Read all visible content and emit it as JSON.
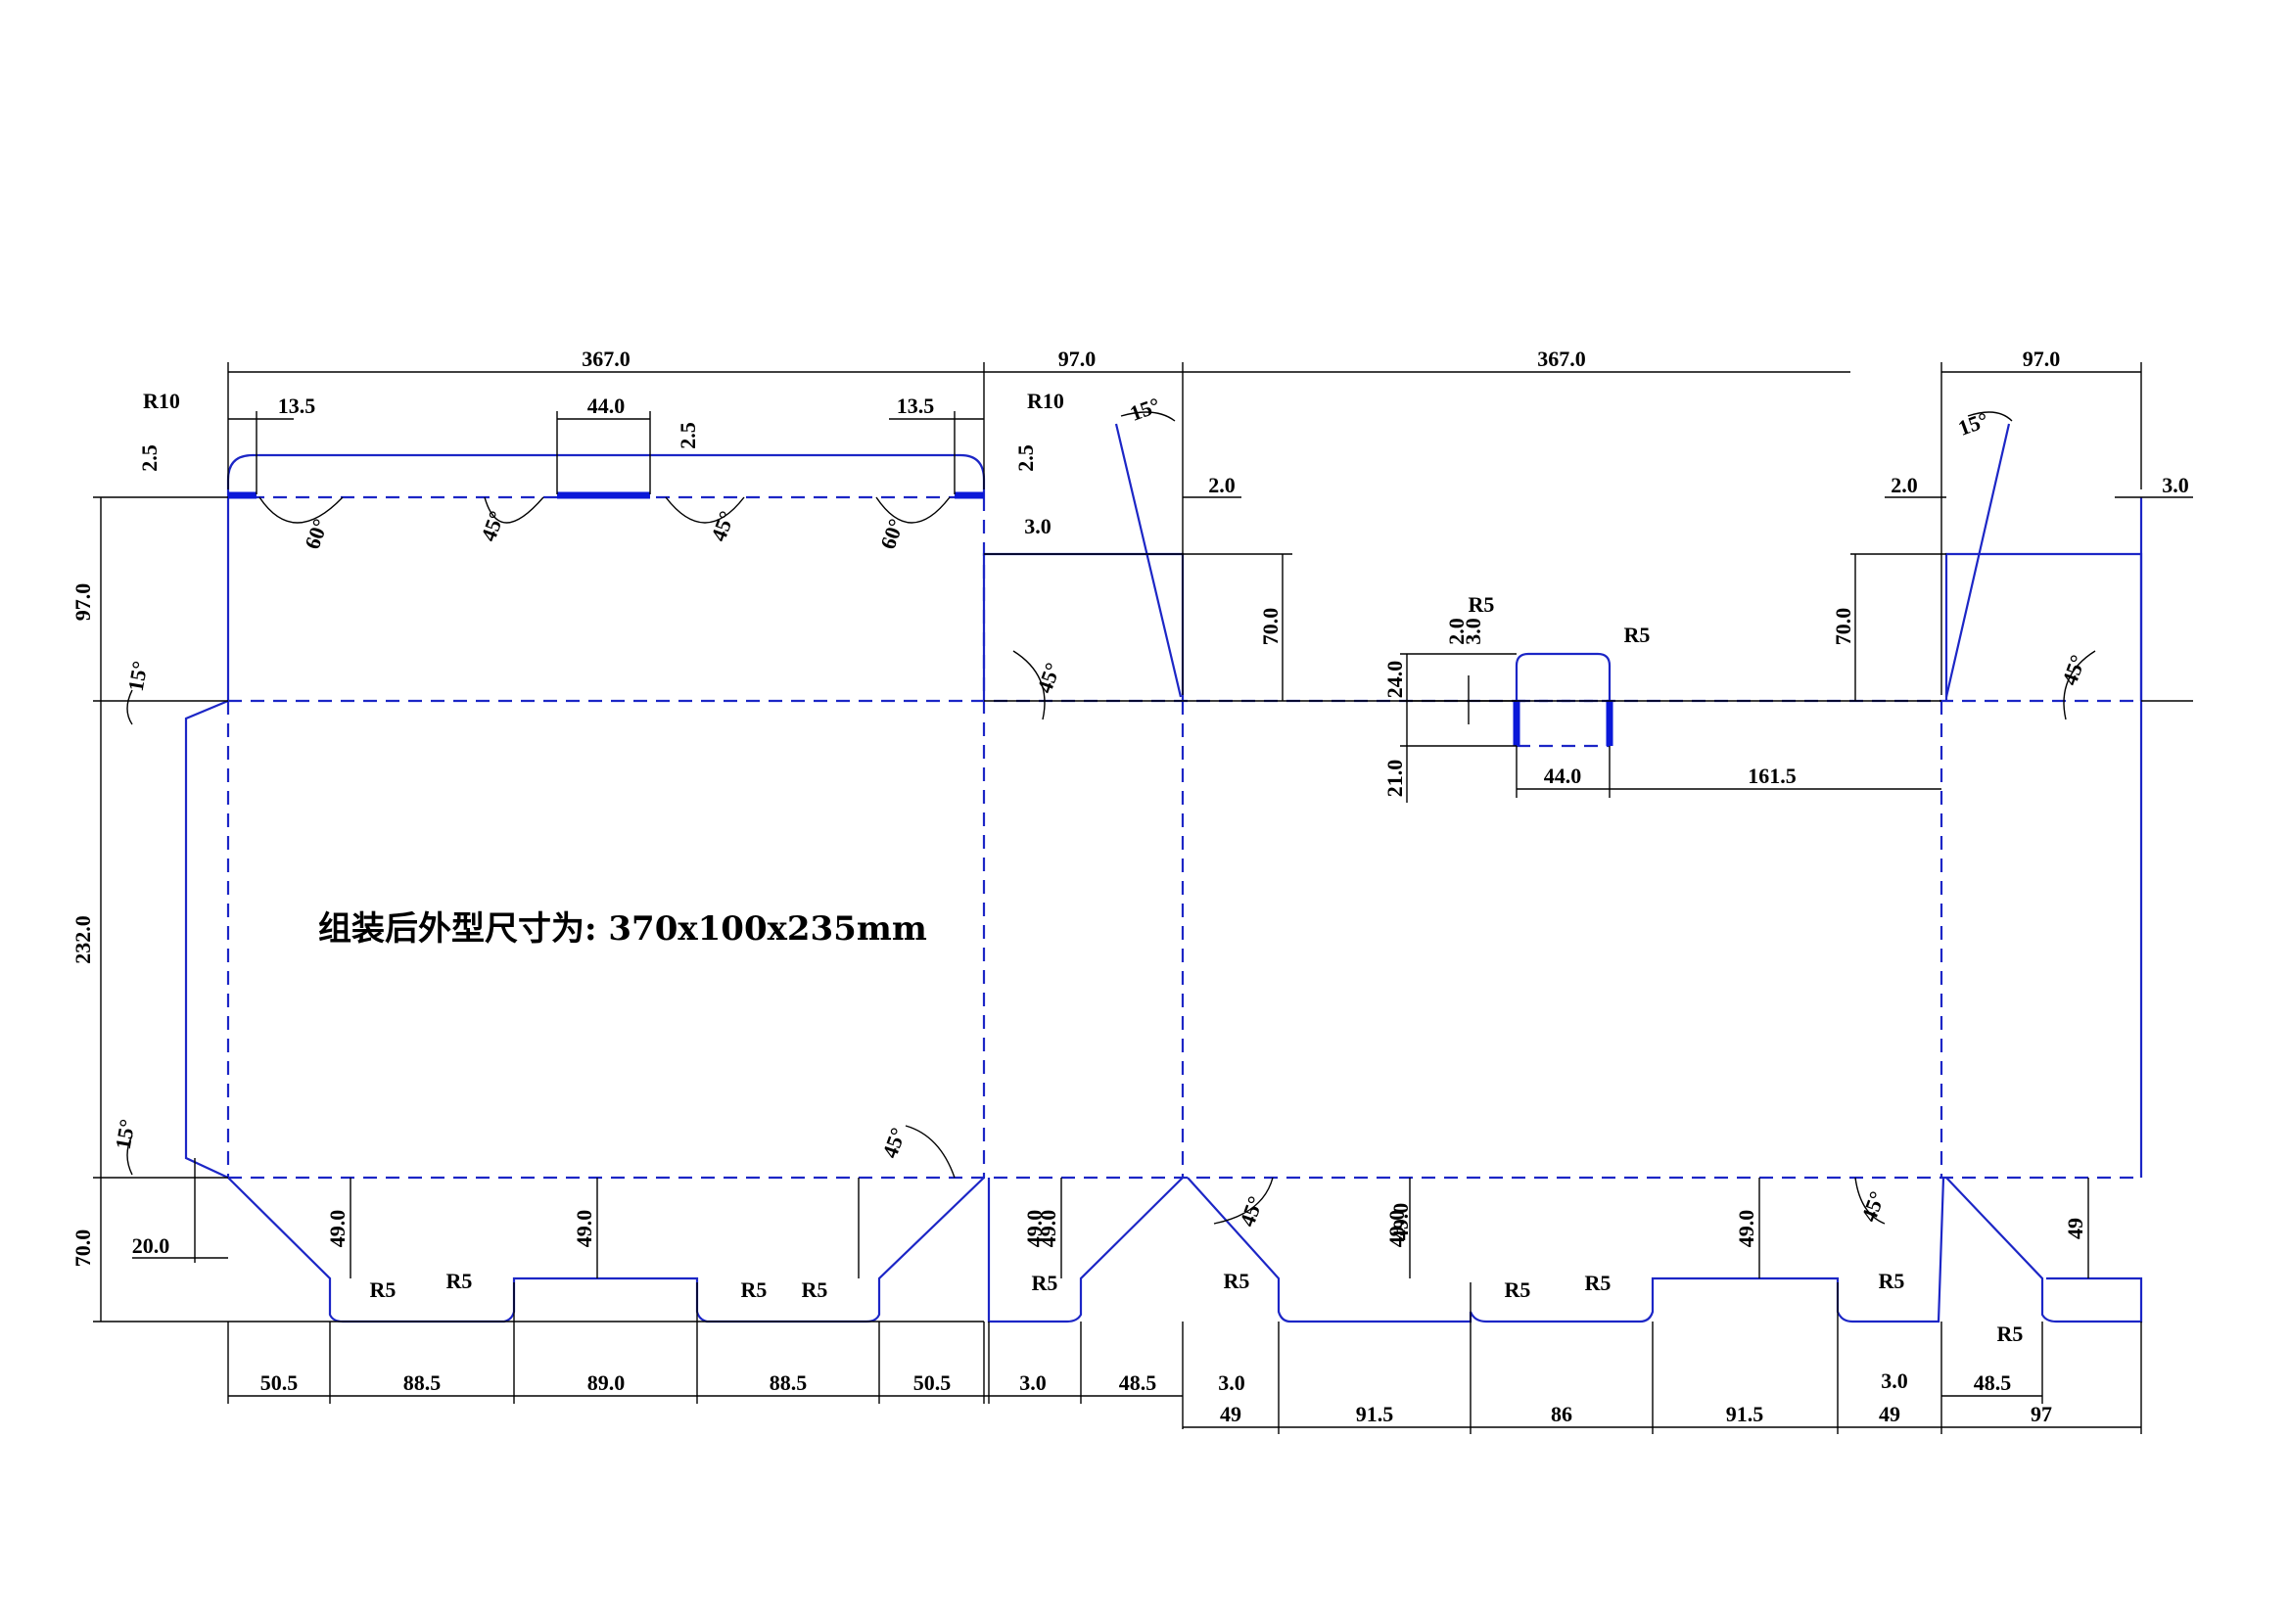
{
  "drawing": {
    "note": "组装后外型尺寸为: 370x100x235mm",
    "colors": {
      "cut_line": "#1c26c6",
      "crease_line": "#1c26c6",
      "slot": "#0a18d8",
      "dimension": "#000000"
    },
    "dims_top": [
      "367.0",
      "97.0",
      "367.0",
      "97.0"
    ],
    "dims_small_top": [
      "13.5",
      "44.0",
      "13.5",
      "2.5",
      "2.5",
      "2.5",
      "2.0",
      "3.0",
      "2.0",
      "3.0",
      "3.0"
    ],
    "radius_labels": [
      "R10",
      "R10",
      "R5",
      "R5",
      "R5",
      "R5",
      "R5",
      "R5",
      "R5",
      "R5",
      "R5",
      "R5",
      "R5",
      "R5"
    ],
    "angle_labels": [
      "60°",
      "45°",
      "45°",
      "60°",
      "45°",
      "15°",
      "15°",
      "15°",
      "15°",
      "45°",
      "45°",
      "45°",
      "45°"
    ],
    "vertical_dims": [
      "97.0",
      "232.0",
      "70.0",
      "70.0",
      "70.0",
      "2.0",
      "24.0",
      "21.0",
      "49.0",
      "49.0",
      "49.0",
      "49.0",
      "49.0",
      "49.0",
      "49.0",
      "49"
    ],
    "handle_dims": [
      "44.0",
      "161.5"
    ],
    "dims_bottom_row1": [
      "50.5",
      "88.5",
      "89.0",
      "88.5",
      "50.5",
      "3.0",
      "48.5",
      "3.0",
      "3.0",
      "48.5"
    ],
    "dims_bottom_row2": [
      "49",
      "91.5",
      "86",
      "91.5",
      "49",
      "97"
    ],
    "dim_side": "20.0"
  }
}
